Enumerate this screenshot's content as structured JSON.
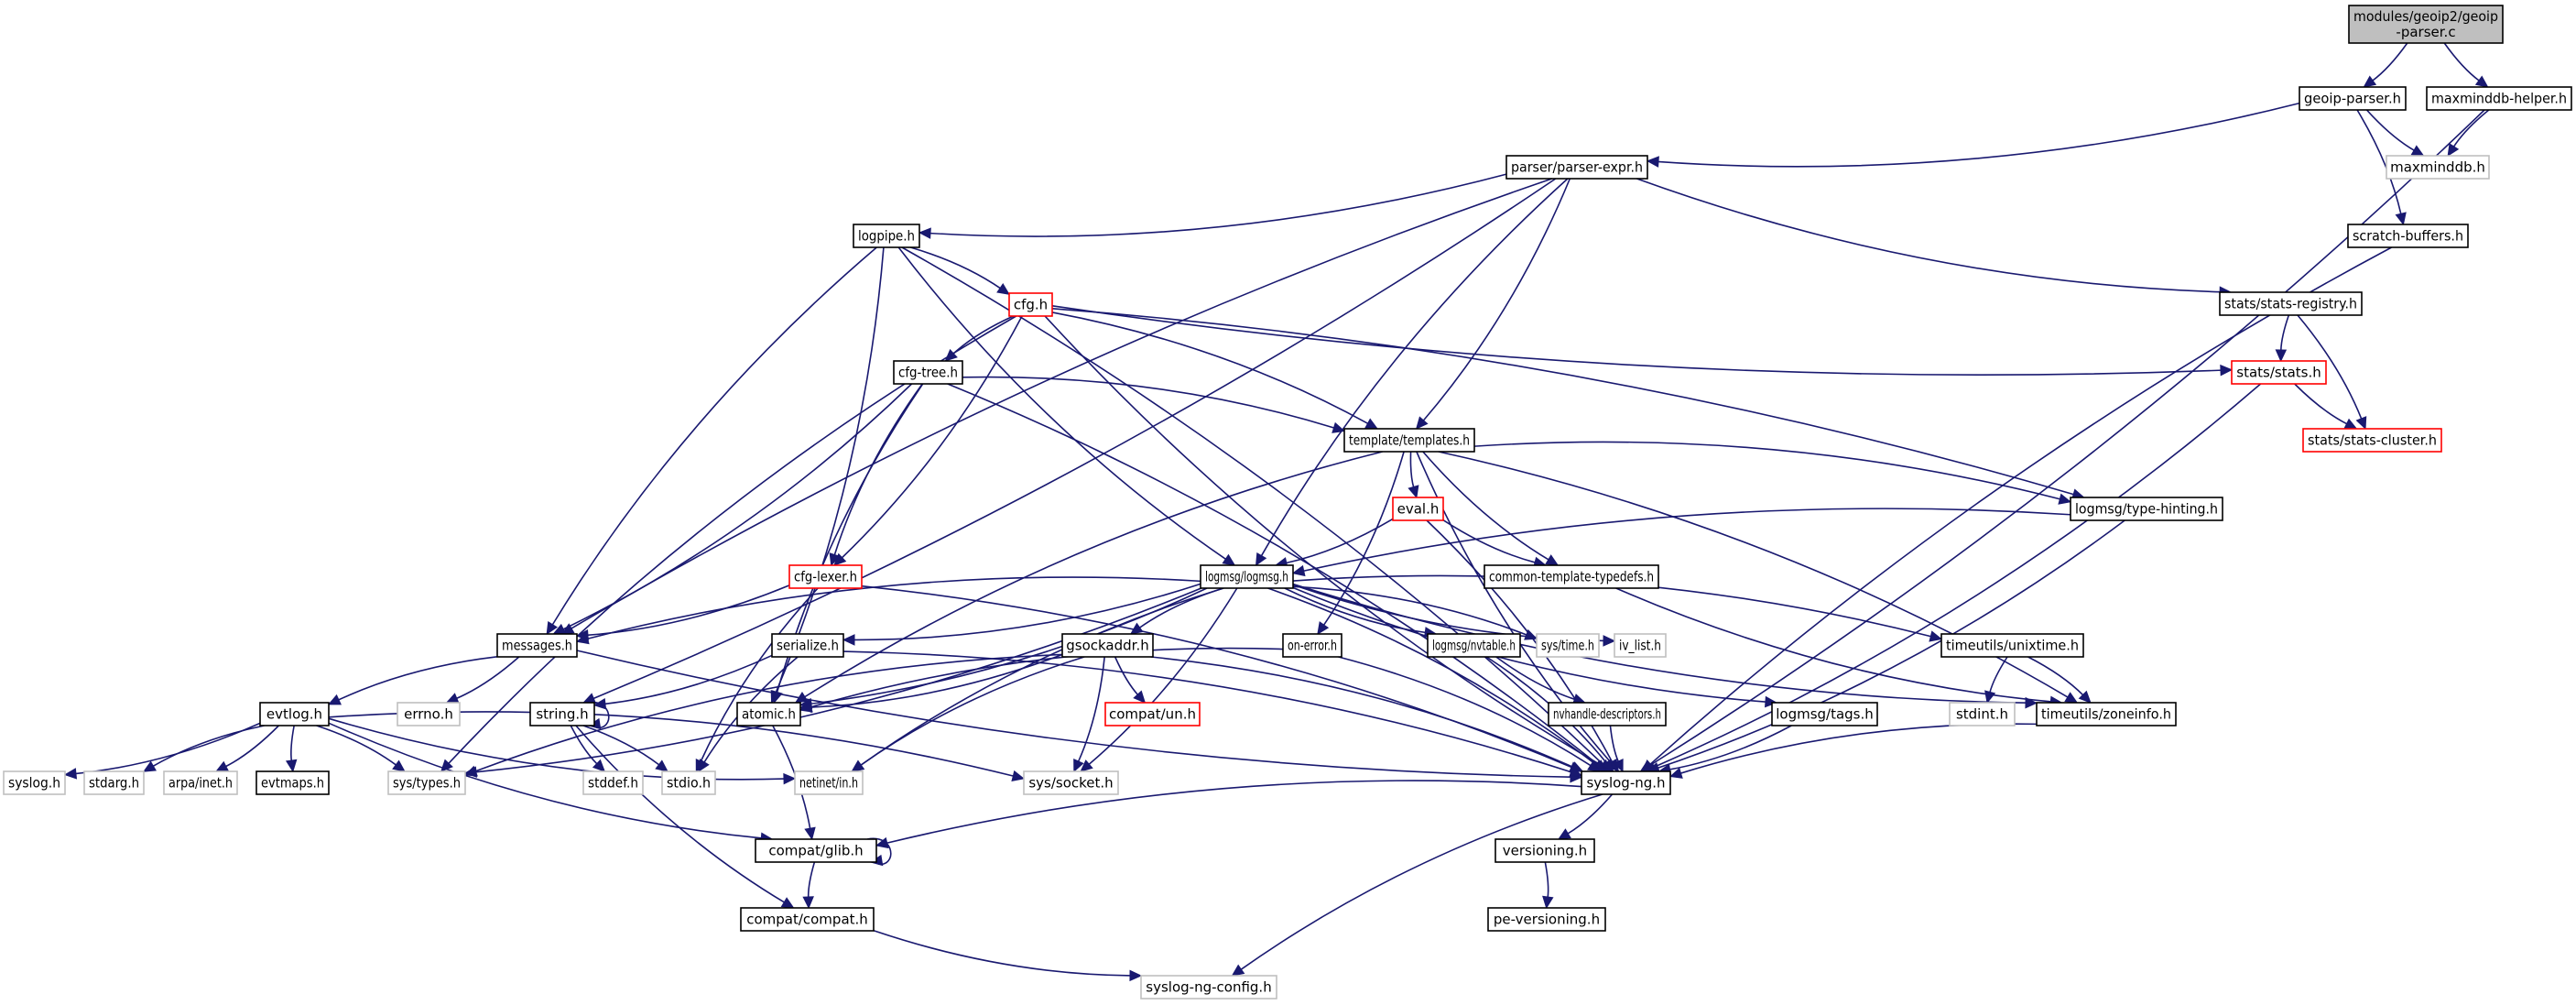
{
  "title": "modules/geoip2/geoip-parser.c include dependency graph",
  "colors": {
    "edge": "#191970",
    "root_fill": "#bfbfbf",
    "normal_border": "#000000",
    "external_border": "#c0c0c0",
    "incomplete_border": "#ff0000"
  },
  "nodes": [
    {
      "id": "root",
      "label": [
        "modules/geoip2/geoip",
        "-parser.c"
      ],
      "kind": "root"
    },
    {
      "id": "geoip-parser.h",
      "label": [
        "geoip-parser.h"
      ],
      "kind": "normal"
    },
    {
      "id": "maxminddb-helper.h",
      "label": [
        "maxminddb-helper.h"
      ],
      "kind": "normal"
    },
    {
      "id": "maxminddb.h",
      "label": [
        "maxminddb.h"
      ],
      "kind": "external"
    },
    {
      "id": "parser/parser-expr.h",
      "label": [
        "parser/parser-expr.h"
      ],
      "kind": "normal"
    },
    {
      "id": "scratch-buffers.h",
      "label": [
        "scratch-buffers.h"
      ],
      "kind": "normal"
    },
    {
      "id": "logpipe.h",
      "label": [
        "logpipe.h"
      ],
      "kind": "normal"
    },
    {
      "id": "stats/stats-registry.h",
      "label": [
        "stats/stats-registry.h"
      ],
      "kind": "normal"
    },
    {
      "id": "cfg.h",
      "label": [
        "cfg.h"
      ],
      "kind": "incomplete"
    },
    {
      "id": "stats/stats.h",
      "label": [
        "stats/stats.h"
      ],
      "kind": "incomplete"
    },
    {
      "id": "cfg-tree.h",
      "label": [
        "cfg-tree.h"
      ],
      "kind": "normal"
    },
    {
      "id": "stats/stats-cluster.h",
      "label": [
        "stats/stats-cluster.h"
      ],
      "kind": "incomplete"
    },
    {
      "id": "template/templates.h",
      "label": [
        "template/templates.h"
      ],
      "kind": "normal"
    },
    {
      "id": "eval.h",
      "label": [
        "eval.h"
      ],
      "kind": "incomplete"
    },
    {
      "id": "logmsg/type-hinting.h",
      "label": [
        "logmsg/type-hinting.h"
      ],
      "kind": "normal"
    },
    {
      "id": "cfg-lexer.h",
      "label": [
        "cfg-lexer.h"
      ],
      "kind": "incomplete"
    },
    {
      "id": "logmsg/logmsg.h",
      "label": [
        "logmsg/logmsg.h"
      ],
      "kind": "normal"
    },
    {
      "id": "common-template-typedefs.h",
      "label": [
        "common-template-typedefs.h"
      ],
      "kind": "normal"
    },
    {
      "id": "messages.h",
      "label": [
        "messages.h"
      ],
      "kind": "normal"
    },
    {
      "id": "serialize.h",
      "label": [
        "serialize.h"
      ],
      "kind": "normal"
    },
    {
      "id": "gsockaddr.h",
      "label": [
        "gsockaddr.h"
      ],
      "kind": "normal"
    },
    {
      "id": "on-error.h",
      "label": [
        "on-error.h"
      ],
      "kind": "normal"
    },
    {
      "id": "logmsg/nvtable.h",
      "label": [
        "logmsg/nvtable.h"
      ],
      "kind": "normal"
    },
    {
      "id": "sys/time.h",
      "label": [
        "sys/time.h"
      ],
      "kind": "external"
    },
    {
      "id": "iv_list.h",
      "label": [
        "iv_list.h"
      ],
      "kind": "external"
    },
    {
      "id": "timeutils/unixtime.h",
      "label": [
        "timeutils/unixtime.h"
      ],
      "kind": "normal"
    },
    {
      "id": "evtlog.h",
      "label": [
        "evtlog.h"
      ],
      "kind": "normal"
    },
    {
      "id": "errno.h",
      "label": [
        "errno.h"
      ],
      "kind": "external"
    },
    {
      "id": "string.h",
      "label": [
        "string.h"
      ],
      "kind": "normal"
    },
    {
      "id": "atomic.h",
      "label": [
        "atomic.h"
      ],
      "kind": "normal"
    },
    {
      "id": "compat/un.h",
      "label": [
        "compat/un.h"
      ],
      "kind": "incomplete"
    },
    {
      "id": "nvhandle-descriptors.h",
      "label": [
        "nvhandle-descriptors.h"
      ],
      "kind": "normal"
    },
    {
      "id": "logmsg/tags.h",
      "label": [
        "logmsg/tags.h"
      ],
      "kind": "normal"
    },
    {
      "id": "stdint.h",
      "label": [
        "stdint.h"
      ],
      "kind": "external"
    },
    {
      "id": "timeutils/zoneinfo.h",
      "label": [
        "timeutils/zoneinfo.h"
      ],
      "kind": "normal"
    },
    {
      "id": "syslog.h",
      "label": [
        "syslog.h"
      ],
      "kind": "external"
    },
    {
      "id": "stdarg.h",
      "label": [
        "stdarg.h"
      ],
      "kind": "external"
    },
    {
      "id": "arpa/inet.h",
      "label": [
        "arpa/inet.h"
      ],
      "kind": "external"
    },
    {
      "id": "evtmaps.h",
      "label": [
        "evtmaps.h"
      ],
      "kind": "normal"
    },
    {
      "id": "sys/types.h",
      "label": [
        "sys/types.h"
      ],
      "kind": "external"
    },
    {
      "id": "stddef.h",
      "label": [
        "stddef.h"
      ],
      "kind": "external"
    },
    {
      "id": "stdio.h",
      "label": [
        "stdio.h"
      ],
      "kind": "external"
    },
    {
      "id": "netinet/in.h",
      "label": [
        "netinet/in.h"
      ],
      "kind": "external"
    },
    {
      "id": "sys/socket.h",
      "label": [
        "sys/socket.h"
      ],
      "kind": "external"
    },
    {
      "id": "syslog-ng.h",
      "label": [
        "syslog-ng.h"
      ],
      "kind": "normal"
    },
    {
      "id": "compat/glib.h",
      "label": [
        "compat/glib.h"
      ],
      "kind": "normal"
    },
    {
      "id": "versioning.h",
      "label": [
        "versioning.h"
      ],
      "kind": "normal"
    },
    {
      "id": "compat/compat.h",
      "label": [
        "compat/compat.h"
      ],
      "kind": "normal"
    },
    {
      "id": "pe-versioning.h",
      "label": [
        "pe-versioning.h"
      ],
      "kind": "normal"
    },
    {
      "id": "syslog-ng-config.h",
      "label": [
        "syslog-ng-config.h"
      ],
      "kind": "external"
    }
  ],
  "edges": [
    [
      "root",
      "geoip-parser.h"
    ],
    [
      "root",
      "maxminddb-helper.h"
    ],
    [
      "geoip-parser.h",
      "parser/parser-expr.h"
    ],
    [
      "geoip-parser.h",
      "maxminddb.h"
    ],
    [
      "geoip-parser.h",
      "scratch-buffers.h"
    ],
    [
      "maxminddb-helper.h",
      "maxminddb.h"
    ],
    [
      "maxminddb-helper.h",
      "syslog-ng.h"
    ],
    [
      "scratch-buffers.h",
      "syslog-ng.h"
    ],
    [
      "parser/parser-expr.h",
      "logpipe.h"
    ],
    [
      "parser/parser-expr.h",
      "messages.h"
    ],
    [
      "parser/parser-expr.h",
      "string.h"
    ],
    [
      "parser/parser-expr.h",
      "logmsg/logmsg.h"
    ],
    [
      "parser/parser-expr.h",
      "template/templates.h"
    ],
    [
      "parser/parser-expr.h",
      "stats/stats-registry.h"
    ],
    [
      "logpipe.h",
      "cfg.h"
    ],
    [
      "logpipe.h",
      "messages.h"
    ],
    [
      "logpipe.h",
      "atomic.h"
    ],
    [
      "logpipe.h",
      "logmsg/logmsg.h"
    ],
    [
      "logpipe.h",
      "syslog-ng.h"
    ],
    [
      "stats/stats-registry.h",
      "stats/stats.h"
    ],
    [
      "stats/stats-registry.h",
      "stats/stats-cluster.h"
    ],
    [
      "stats/stats.h",
      "stats/stats-cluster.h"
    ],
    [
      "stats/stats.h",
      "syslog-ng.h"
    ],
    [
      "cfg.h",
      "cfg-tree.h"
    ],
    [
      "cfg.h",
      "cfg-lexer.h"
    ],
    [
      "cfg.h",
      "sys/types.h"
    ],
    [
      "cfg.h",
      "template/templates.h"
    ],
    [
      "cfg.h",
      "stats/stats.h"
    ],
    [
      "cfg.h",
      "logmsg/type-hinting.h"
    ],
    [
      "cfg.h",
      "syslog-ng.h"
    ],
    [
      "cfg-tree.h",
      "template/templates.h"
    ],
    [
      "cfg-tree.h",
      "cfg-lexer.h"
    ],
    [
      "cfg-tree.h",
      "messages.h"
    ],
    [
      "cfg-tree.h",
      "atomic.h"
    ],
    [
      "cfg-tree.h",
      "syslog-ng.h"
    ],
    [
      "template/templates.h",
      "eval.h"
    ],
    [
      "template/templates.h",
      "logmsg/type-hinting.h"
    ],
    [
      "template/templates.h",
      "common-template-typedefs.h"
    ],
    [
      "template/templates.h",
      "on-error.h"
    ],
    [
      "template/templates.h",
      "atomic.h"
    ],
    [
      "template/templates.h",
      "timeutils/zoneinfo.h"
    ],
    [
      "template/templates.h",
      "syslog-ng.h"
    ],
    [
      "eval.h",
      "logmsg/logmsg.h"
    ],
    [
      "eval.h",
      "common-template-typedefs.h"
    ],
    [
      "eval.h",
      "syslog-ng.h"
    ],
    [
      "logmsg/type-hinting.h",
      "logmsg/logmsg.h"
    ],
    [
      "logmsg/type-hinting.h",
      "syslog-ng.h"
    ],
    [
      "common-template-typedefs.h",
      "timeutils/zoneinfo.h"
    ],
    [
      "cfg-lexer.h",
      "messages.h"
    ],
    [
      "cfg-lexer.h",
      "stdio.h"
    ],
    [
      "cfg-lexer.h",
      "syslog-ng.h"
    ],
    [
      "logmsg/logmsg.h",
      "messages.h"
    ],
    [
      "logmsg/logmsg.h",
      "serialize.h"
    ],
    [
      "logmsg/logmsg.h",
      "gsockaddr.h"
    ],
    [
      "logmsg/logmsg.h",
      "atomic.h"
    ],
    [
      "logmsg/logmsg.h",
      "logmsg/nvtable.h"
    ],
    [
      "logmsg/logmsg.h",
      "sys/time.h"
    ],
    [
      "logmsg/logmsg.h",
      "iv_list.h"
    ],
    [
      "logmsg/logmsg.h",
      "timeutils/unixtime.h"
    ],
    [
      "logmsg/logmsg.h",
      "logmsg/tags.h"
    ],
    [
      "logmsg/logmsg.h",
      "sys/types.h"
    ],
    [
      "logmsg/logmsg.h",
      "netinet/in.h"
    ],
    [
      "logmsg/logmsg.h",
      "sys/socket.h"
    ],
    [
      "logmsg/logmsg.h",
      "timeutils/zoneinfo.h"
    ],
    [
      "logmsg/logmsg.h",
      "syslog-ng.h"
    ],
    [
      "messages.h",
      "evtlog.h"
    ],
    [
      "messages.h",
      "errno.h"
    ],
    [
      "messages.h",
      "syslog-ng.h"
    ],
    [
      "serialize.h",
      "string.h"
    ],
    [
      "serialize.h",
      "stdio.h"
    ],
    [
      "serialize.h",
      "syslog-ng.h"
    ],
    [
      "gsockaddr.h",
      "compat/un.h"
    ],
    [
      "gsockaddr.h",
      "sys/socket.h"
    ],
    [
      "gsockaddr.h",
      "netinet/in.h"
    ],
    [
      "gsockaddr.h",
      "atomic.h"
    ],
    [
      "gsockaddr.h",
      "sys/types.h"
    ],
    [
      "gsockaddr.h",
      "syslog-ng.h"
    ],
    [
      "on-error.h",
      "atomic.h"
    ],
    [
      "on-error.h",
      "syslog-ng.h"
    ],
    [
      "logmsg/nvtable.h",
      "nvhandle-descriptors.h"
    ],
    [
      "logmsg/nvtable.h",
      "syslog-ng.h"
    ],
    [
      "nvhandle-descriptors.h",
      "syslog-ng.h"
    ],
    [
      "logmsg/tags.h",
      "syslog-ng.h"
    ],
    [
      "timeutils/unixtime.h",
      "stdint.h"
    ],
    [
      "timeutils/unixtime.h",
      "timeutils/zoneinfo.h"
    ],
    [
      "timeutils/zoneinfo.h",
      "syslog-ng.h"
    ],
    [
      "evtlog.h",
      "syslog.h"
    ],
    [
      "evtlog.h",
      "stdarg.h"
    ],
    [
      "evtlog.h",
      "arpa/inet.h"
    ],
    [
      "evtlog.h",
      "evtmaps.h"
    ],
    [
      "evtlog.h",
      "sys/types.h"
    ],
    [
      "evtlog.h",
      "netinet/in.h"
    ],
    [
      "evtlog.h",
      "sys/socket.h"
    ],
    [
      "evtlog.h",
      "compat/glib.h"
    ],
    [
      "string.h",
      "string.h"
    ],
    [
      "string.h",
      "stddef.h"
    ],
    [
      "string.h",
      "stdio.h"
    ],
    [
      "string.h",
      "compat/compat.h"
    ],
    [
      "atomic.h",
      "compat/glib.h"
    ],
    [
      "syslog-ng.h",
      "compat/glib.h"
    ],
    [
      "syslog-ng.h",
      "versioning.h"
    ],
    [
      "syslog-ng.h",
      "syslog-ng-config.h"
    ],
    [
      "compat/glib.h",
      "compat/glib.h"
    ],
    [
      "compat/glib.h",
      "compat/compat.h"
    ],
    [
      "versioning.h",
      "pe-versioning.h"
    ],
    [
      "compat/compat.h",
      "syslog-ng-config.h"
    ]
  ]
}
